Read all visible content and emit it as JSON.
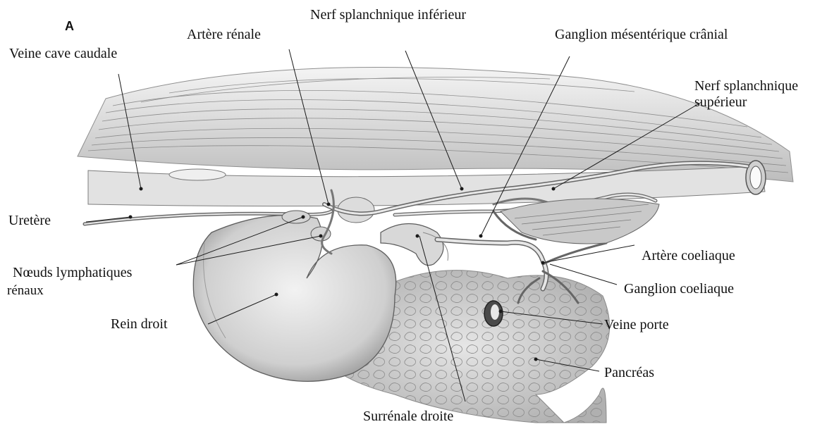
{
  "panel_letter": "A",
  "labels": {
    "nerf_splanchnique_inferieur": "Nerf splanchnique inférieur",
    "artere_renale": "Artère rénale",
    "ganglion_mesenterique_cranial": "Ganglion mésentérique crânial",
    "veine_cave_caudale": "Veine cave caudale",
    "nerf_splanchnique_superieur_line1": "Nerf splanchnique",
    "nerf_splanchnique_superieur_line2": "supérieur",
    "uretere": "Uretère",
    "artere_coeliaque": "Artère coeliaque",
    "noeuds_lymphatiques_line1": "Nœuds  lymphatiques",
    "noeuds_lymphatiques_line2": "rénaux",
    "ganglion_coeliaque": "Ganglion coeliaque",
    "rein_droit": "Rein droit",
    "veine_porte": "Veine porte",
    "pancreas": "Pancréas",
    "surrenale_droite": "Surrénale droite"
  },
  "colors": {
    "line": "#1a1a1a",
    "sketch": "#6b6b6b",
    "shade": "#cfcfcf"
  }
}
